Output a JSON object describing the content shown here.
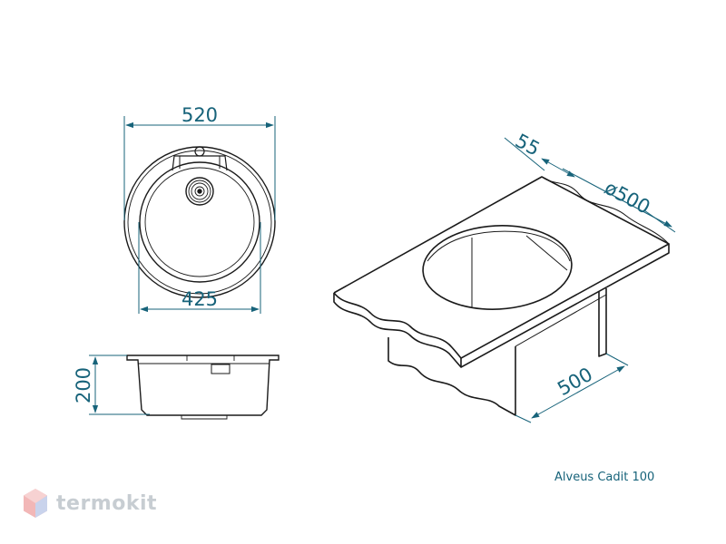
{
  "dimensions": {
    "top_width": "520",
    "bowl_width": "425",
    "depth": "200",
    "edge_offset": "55",
    "cutout_diameter": "ø500",
    "cabinet_width": "500"
  },
  "caption": "Alveus Cadit 100",
  "brand": {
    "name": "termokit",
    "logo_icon": "hexagon-cube-icon",
    "logo_colors": [
      "#f2b7b7",
      "#c9d3ec"
    ]
  },
  "colors": {
    "line": "#1a1a1a",
    "dimension": "#17637a"
  }
}
